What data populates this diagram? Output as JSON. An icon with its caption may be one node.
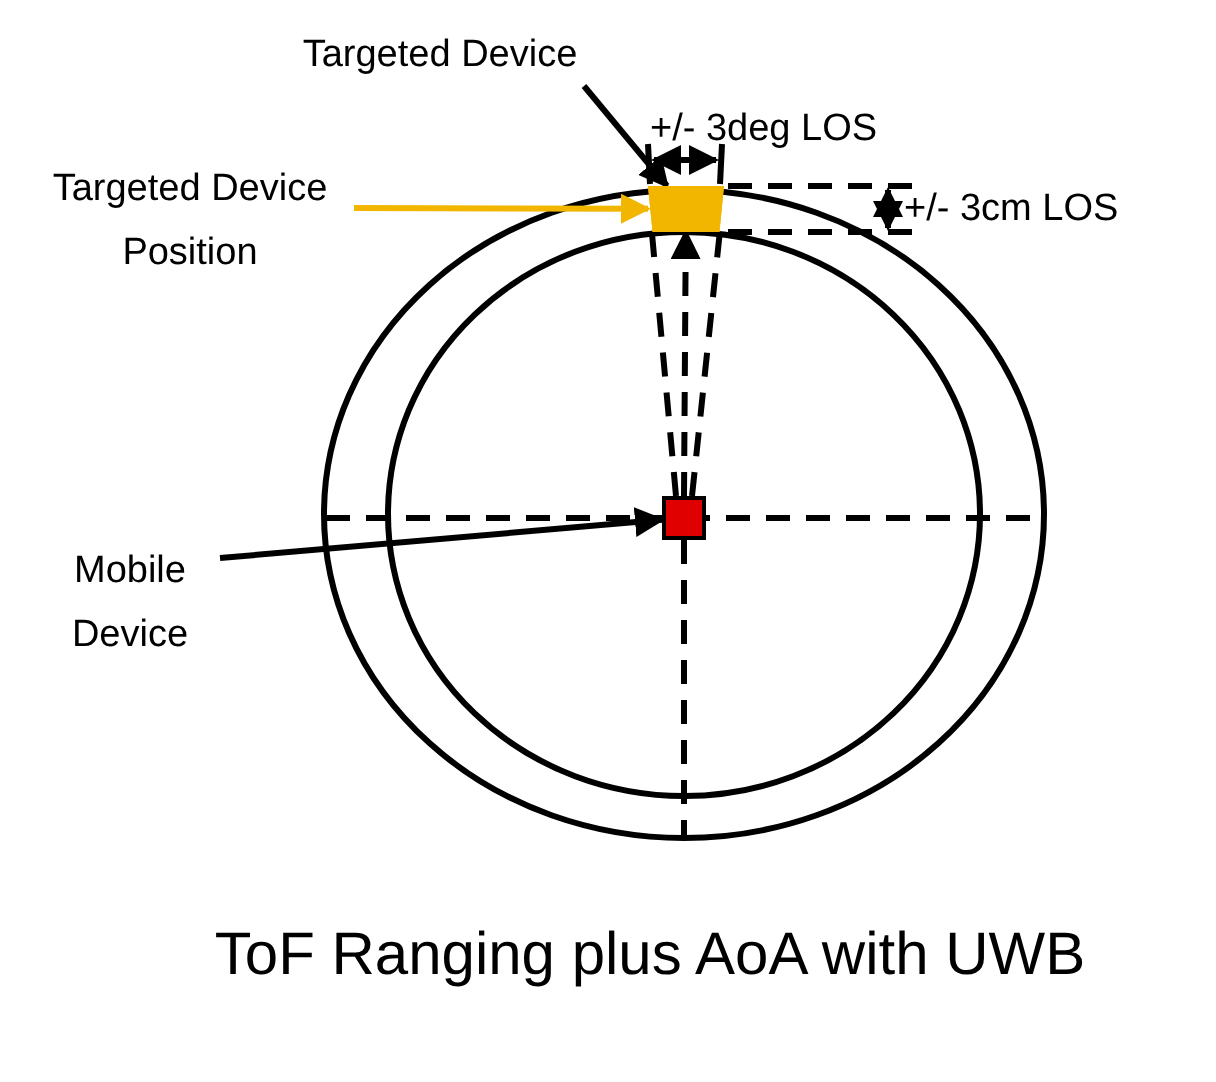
{
  "diagram": {
    "caption": "ToF Ranging plus AoA with UWB",
    "nodes": [
      {
        "text": [
          "Targeted Device"
        ]
      },
      {
        "text": [
          "Targeted Device Position"
        ]
      },
      {
        "text": [],
        "shape": "box"
      },
      {
        "text": [
          "Mobile Device"
        ]
      },
      {
        "text": [],
        "shape": "box"
      }
    ],
    "edges": [
      {
        "from": 0,
        "to": 2,
        "arrow": "to"
      },
      {
        "from": 1,
        "to": 2,
        "arrow": "to",
        "color": "#f2b600"
      },
      {
        "from": 3,
        "to": 4,
        "arrow": "to"
      },
      {
        "from": 4,
        "to": 2,
        "arrow": "to",
        "style": "dashed"
      }
    ],
    "labels": [
      "+/- 3deg LOS",
      "+/- 3cm LOS"
    ]
  }
}
